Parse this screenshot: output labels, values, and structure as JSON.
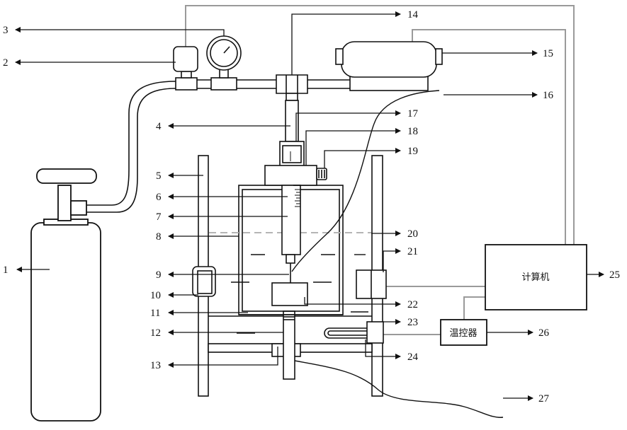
{
  "labels": {
    "n1": "1",
    "n2": "2",
    "n3": "3",
    "n4": "4",
    "n5": "5",
    "n6": "6",
    "n7": "7",
    "n8": "8",
    "n9": "9",
    "n10": "10",
    "n11": "11",
    "n12": "12",
    "n13": "13",
    "n14": "14",
    "n15": "15",
    "n16": "16",
    "n17": "17",
    "n18": "18",
    "n19": "19",
    "n20": "20",
    "n21": "21",
    "n22": "22",
    "n23": "23",
    "n24": "24",
    "n25": "25",
    "n26": "26",
    "n27": "27"
  },
  "boxes": {
    "computer": "计算机",
    "temp_controller": "温控器"
  },
  "colors": {
    "line": "#111111",
    "signal_wire": "#9a9a9a",
    "liquid_level": "#b5b5b5"
  }
}
